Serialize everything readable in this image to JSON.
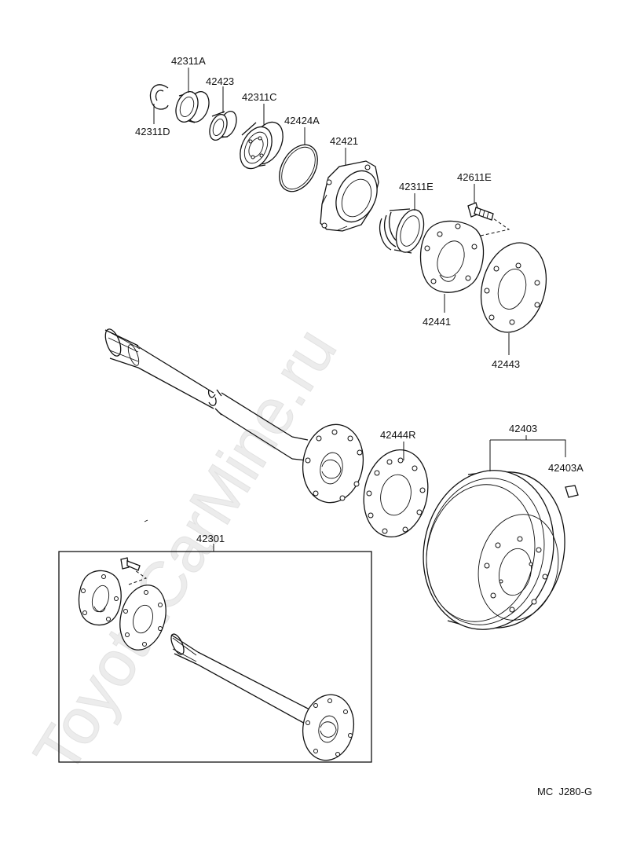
{
  "watermark": "ToyotaCarMine.ru",
  "diagram_code": "MC  J280-G",
  "parts": {
    "p42311A": "42311A",
    "p42423": "42423",
    "p42311C": "42311C",
    "p42424A": "42424A",
    "p42311D": "42311D",
    "p42421": "42421",
    "p42311E": "42311E",
    "p42611E": "42611E",
    "p42441": "42441",
    "p42443": "42443",
    "p42444R": "42444R",
    "p42403": "42403",
    "p42403A": "42403A",
    "p42301": "42301"
  }
}
